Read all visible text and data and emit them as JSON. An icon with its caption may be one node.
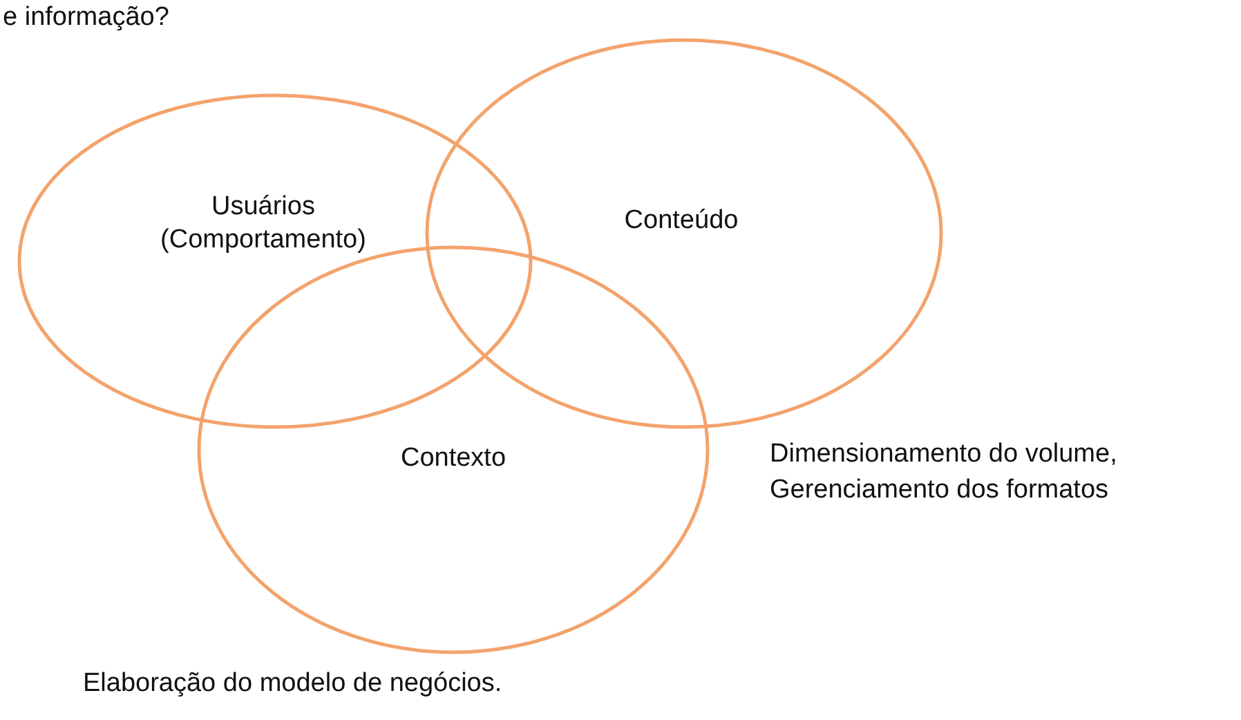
{
  "diagram": {
    "nodes": [
      {
        "text": [
          "Usuários (Comportamento)"
        ]
      },
      {
        "text": [
          "Conteúdo"
        ]
      },
      {
        "text": [
          "Contexto"
        ]
      }
    ],
    "labels": [
      "e informação?",
      "Dimensionamento do volume, Gerenciamento dos formatos",
      "Elaboração do modelo de negócios."
    ]
  }
}
